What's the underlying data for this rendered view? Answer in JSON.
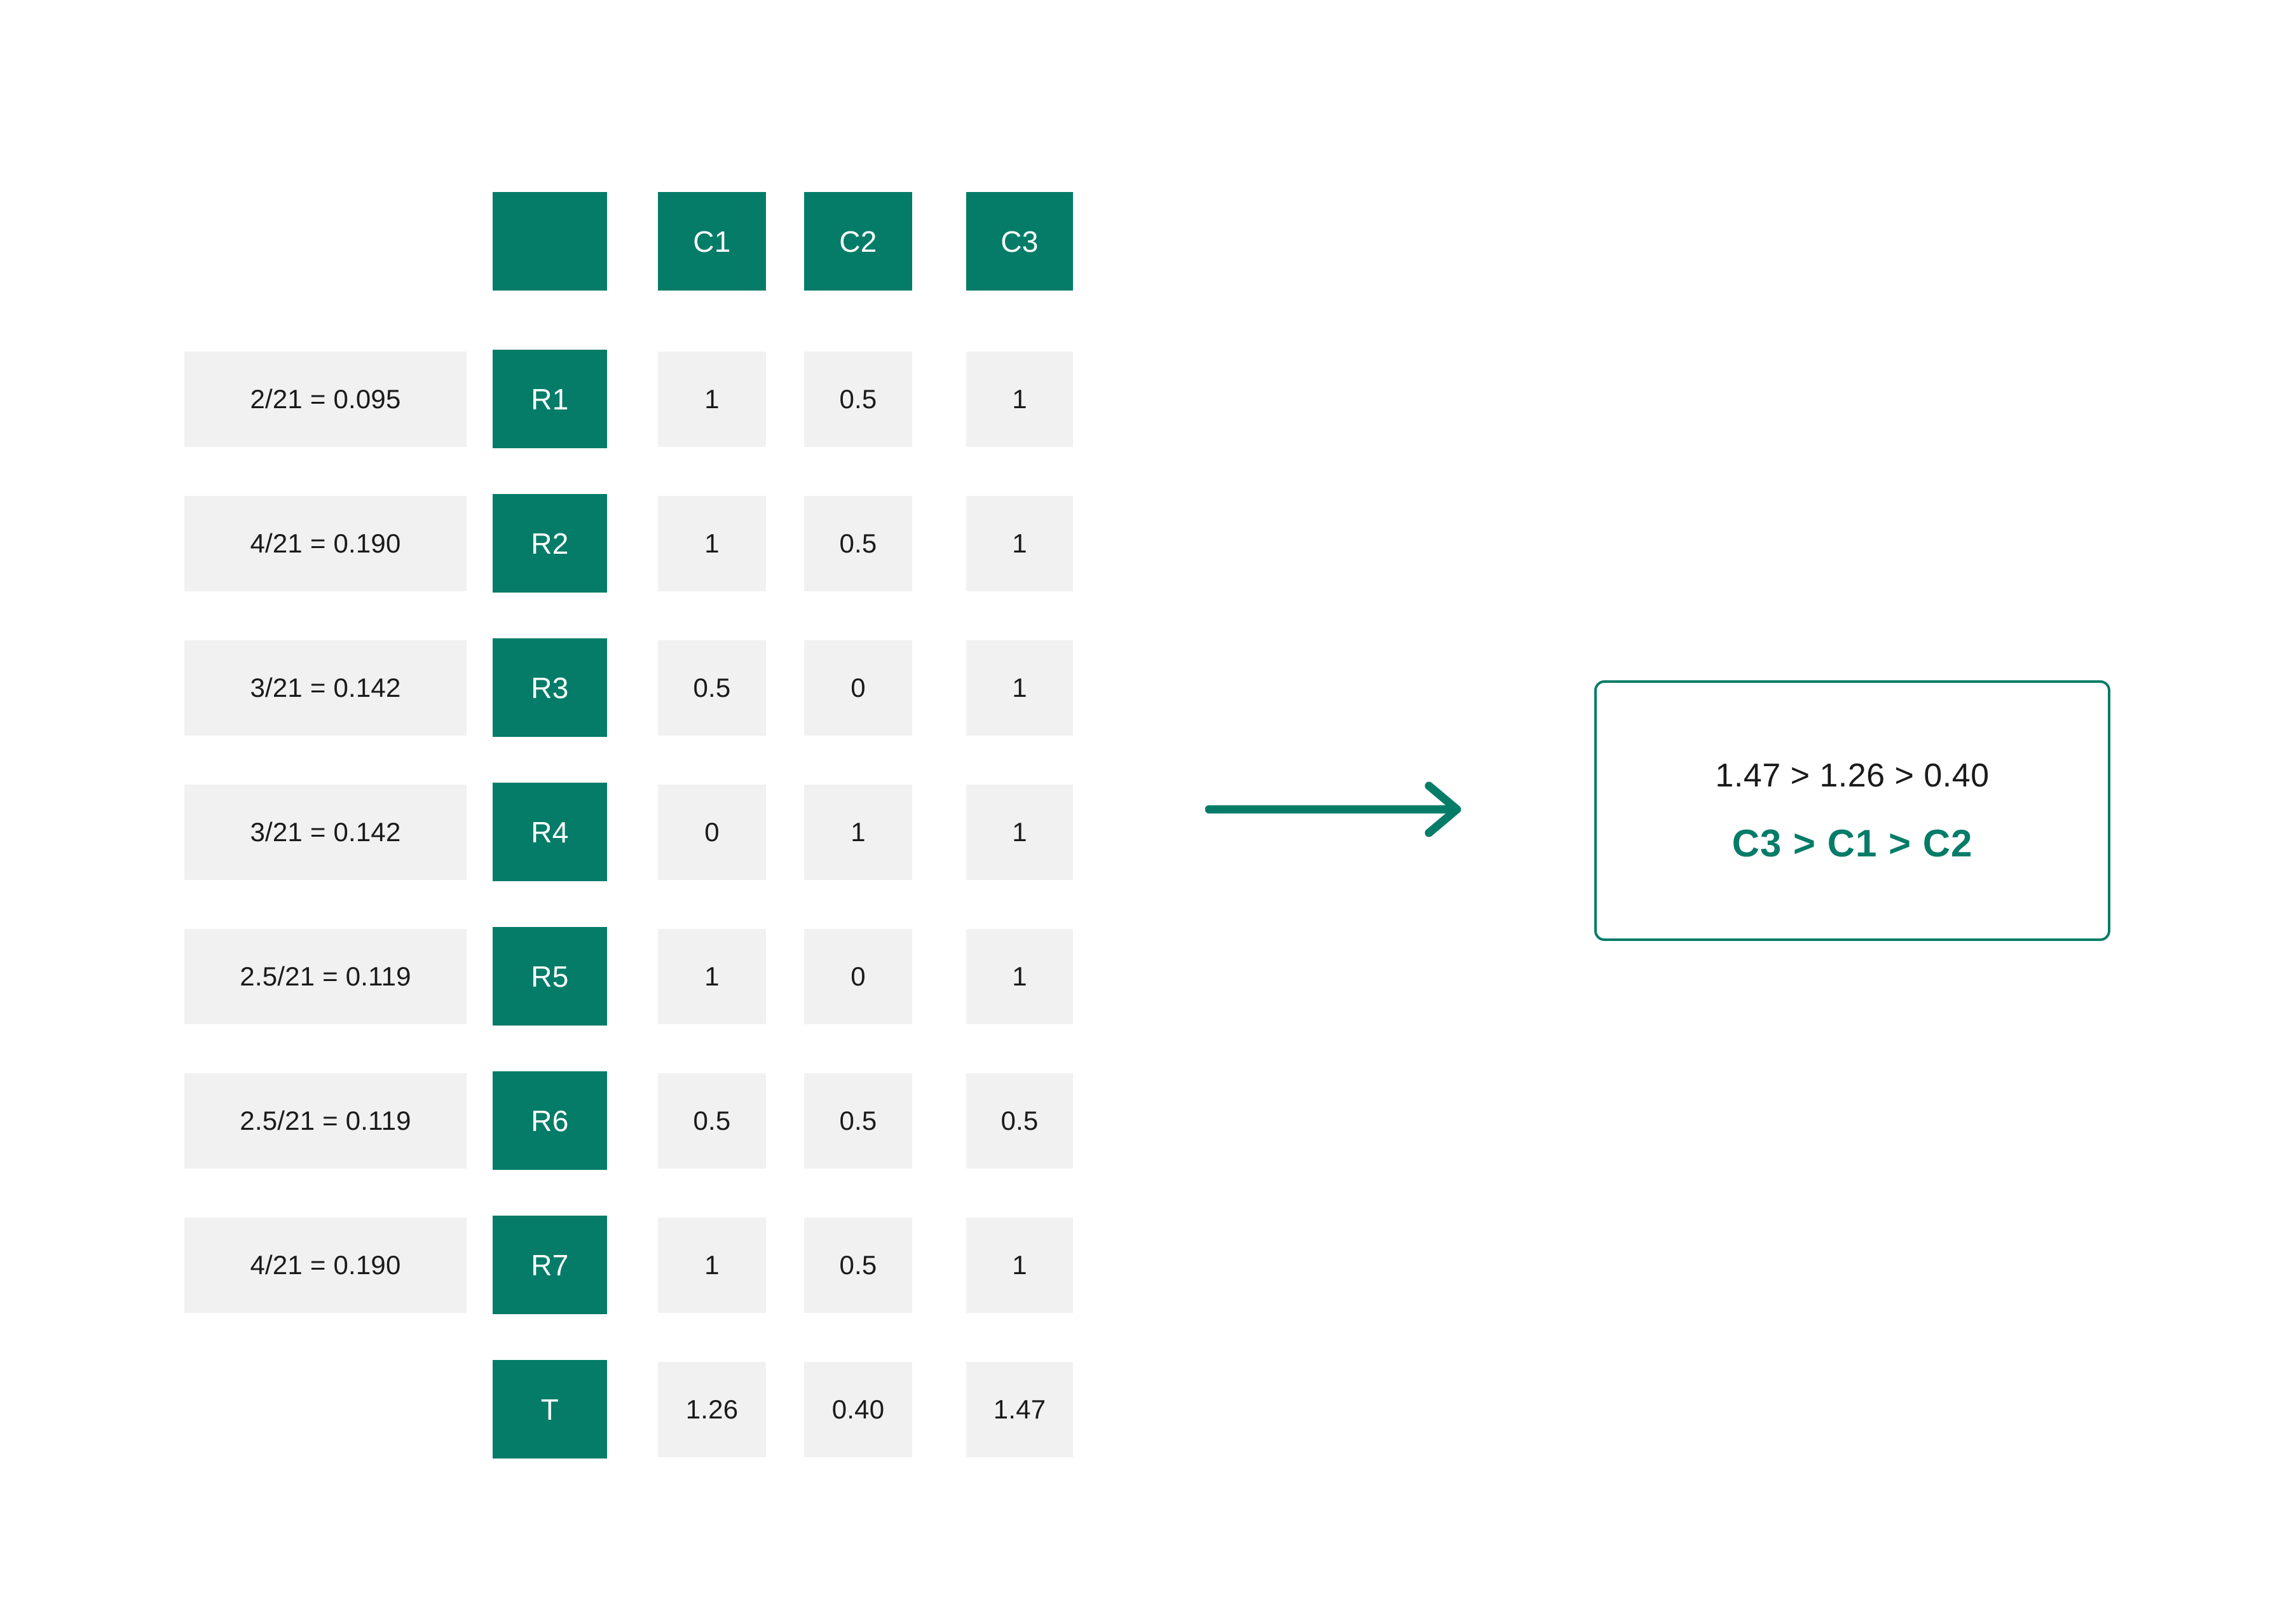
{
  "colors": {
    "accent_green": "#047C68",
    "cell_gray": "#F1F1F1",
    "text_dark": "#1a1a1a",
    "page_background": "#ffffff"
  },
  "matrix": {
    "corner_label": "",
    "column_headers": [
      "C1",
      "C2",
      "C3"
    ],
    "row_headers": [
      "R1",
      "R2",
      "R3",
      "R4",
      "R5",
      "R6",
      "R7"
    ],
    "total_row_header": "T",
    "weights": [
      "2/21 = 0.095",
      "4/21 = 0.190",
      "3/21 = 0.142",
      "3/21 = 0.142",
      "2.5/21 = 0.119",
      "2.5/21 = 0.119",
      "4/21 = 0.190"
    ],
    "rows": [
      [
        "1",
        "0.5",
        "1"
      ],
      [
        "1",
        "0.5",
        "1"
      ],
      [
        "0.5",
        "0",
        "1"
      ],
      [
        "0",
        "1",
        "1"
      ],
      [
        "1",
        "0",
        "1"
      ],
      [
        "0.5",
        "0.5",
        "0.5"
      ],
      [
        "1",
        "0.5",
        "1"
      ]
    ],
    "totals": [
      "1.26",
      "0.40",
      "1.47"
    ]
  },
  "arrow": {
    "icon": "arrow-right-icon"
  },
  "result": {
    "scores_line": "1.47 > 1.26 > 0.40",
    "ranking_line": "C3 > C1 > C2"
  },
  "chart_data": {
    "type": "table",
    "title": "",
    "categories": [
      "C1",
      "C2",
      "C3"
    ],
    "row_labels": [
      "R1",
      "R2",
      "R3",
      "R4",
      "R5",
      "R6",
      "R7"
    ],
    "row_weights": [
      0.095,
      0.19,
      0.142,
      0.142,
      0.119,
      0.119,
      0.19
    ],
    "row_weight_expressions": [
      "2/21 = 0.095",
      "4/21 = 0.190",
      "3/21 = 0.142",
      "3/21 = 0.142",
      "2.5/21 = 0.119",
      "2.5/21 = 0.119",
      "4/21 = 0.190"
    ],
    "values": [
      [
        1,
        0.5,
        1
      ],
      [
        1,
        0.5,
        1
      ],
      [
        0.5,
        0,
        1
      ],
      [
        0,
        1,
        1
      ],
      [
        1,
        0,
        1
      ],
      [
        0.5,
        0.5,
        0.5
      ],
      [
        1,
        0.5,
        1
      ]
    ],
    "column_totals": [
      1.26,
      0.4,
      1.47
    ],
    "ranking": [
      "C3",
      "C1",
      "C2"
    ],
    "ranking_values": [
      1.47,
      1.26,
      0.4
    ]
  }
}
